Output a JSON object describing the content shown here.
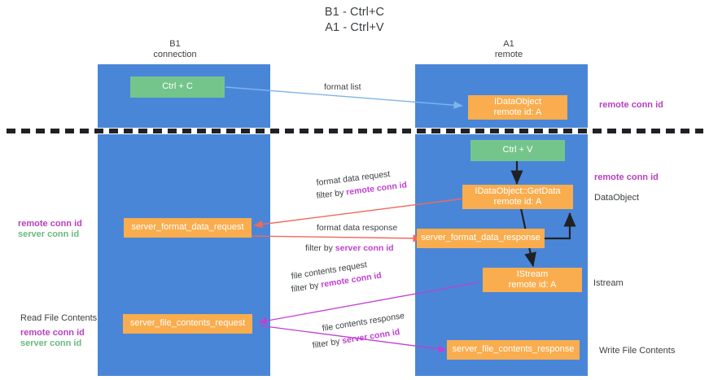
{
  "title": {
    "line1": "B1 - Ctrl+C",
    "line2": "A1 - Ctrl+V"
  },
  "columns": [
    {
      "name": "B1",
      "role": "connection"
    },
    {
      "name": "A1",
      "role": "remote"
    }
  ],
  "colors": {
    "lane": "#4a86d8",
    "node_green": "#74c58c",
    "node_orange": "#f9ad4e",
    "purple": "#b83fc0",
    "green_text": "#6aba7e",
    "arrow_blue": "#7eb5e8",
    "arrow_red": "#ef6a5a",
    "arrow_magenta": "#c13fd1",
    "arrow_black": "#202124",
    "divider": "#202124",
    "text": "#3c4043"
  },
  "nodes": {
    "ctrl_c": {
      "line1": "Ctrl + C",
      "line2": ""
    },
    "ctrl_v": {
      "line1": "Ctrl + V",
      "line2": ""
    },
    "idataobject": {
      "line1": "IDataObject",
      "line2": "remote id: A"
    },
    "getdata": {
      "line1": "IDataObject::GetData",
      "line2": "remote id: A"
    },
    "istream": {
      "line1": "IStream",
      "line2": "remote id: A"
    },
    "server_format_data_request": {
      "line1": "server_format_data_request",
      "line2": ""
    },
    "server_format_data_response": {
      "line1": "server_format_data_response",
      "line2": ""
    },
    "server_file_contents_request": {
      "line1": "server_file_contents_request",
      "line2": ""
    },
    "server_file_contents_response": {
      "line1": "server_file_contents_response",
      "line2": ""
    }
  },
  "edge_labels": {
    "format_list": "format list",
    "format_data_request": "format data request",
    "format_data_request_filter_prefix": "filter by ",
    "format_data_request_filter_key": "remote conn id",
    "format_data_response": "format data response",
    "format_data_response_filter_prefix": "filter by ",
    "format_data_response_filter_key": "server conn id",
    "file_contents_request": "file contents request",
    "file_contents_request_filter_prefix": "filter by ",
    "file_contents_request_filter_key": "remote conn id",
    "file_contents_response": "file contents response",
    "file_contents_response_filter_prefix": "filter by ",
    "file_contents_response_filter_key": "server conn id"
  },
  "annotations": {
    "right_remote_conn_id_top": "remote conn id",
    "right_remote_conn_id_mid": "remote conn id",
    "right_dataobject": "DataObject",
    "right_istream": "Istream",
    "right_write_file_contents": "Write File Contents",
    "left_remote_conn_id_mid": "remote conn id",
    "left_server_conn_id_mid": "server conn id",
    "left_read_file_contents": "Read File Contents",
    "left_remote_conn_id_bottom": "remote conn id",
    "left_server_conn_id_bottom": "server conn id"
  }
}
